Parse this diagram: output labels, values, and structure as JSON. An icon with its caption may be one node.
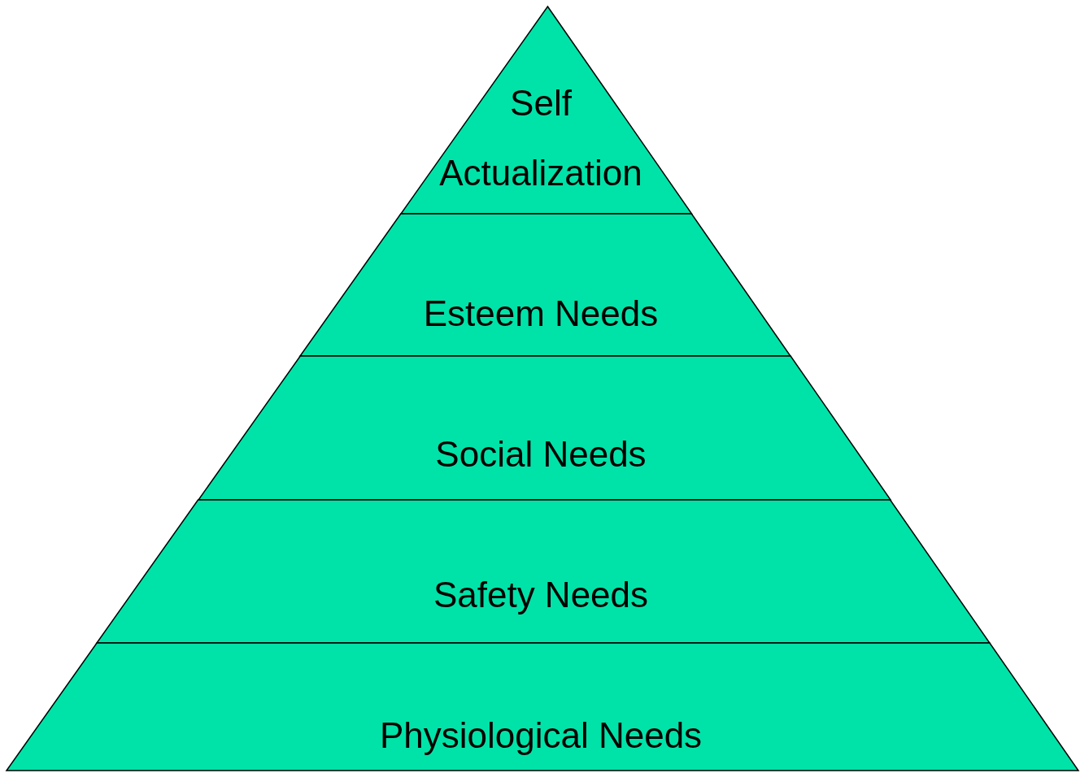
{
  "diagram": {
    "nodes": [
      {
        "text": [
          "Self Actualization"
        ]
      },
      {
        "text": [
          "Esteem Needs"
        ]
      },
      {
        "text": [
          "Social Needs"
        ]
      },
      {
        "text": [
          "Safety Needs"
        ]
      },
      {
        "text": [
          "Physiological Needs"
        ]
      }
    ]
  }
}
